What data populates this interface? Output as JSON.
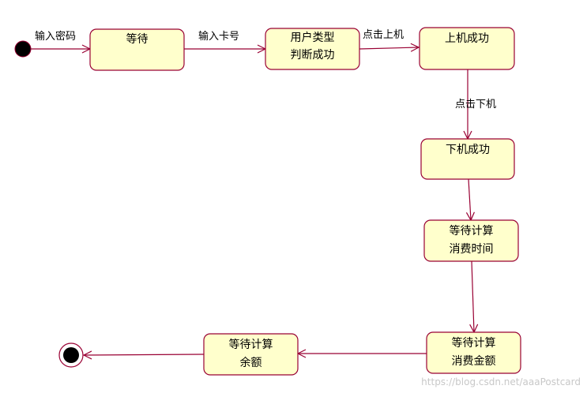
{
  "colors": {
    "state_fill": "#ffffcc",
    "state_stroke": "#990033",
    "edge": "#990033",
    "text": "#000000",
    "watermark": "#c8c8c8"
  },
  "states": [
    {
      "id": "waiting",
      "lines": [
        "等待"
      ]
    },
    {
      "id": "user-type-check",
      "lines": [
        "用户类型",
        "判断成功"
      ]
    },
    {
      "id": "login-success",
      "lines": [
        "上机成功"
      ]
    },
    {
      "id": "logout-success",
      "lines": [
        "下机成功"
      ]
    },
    {
      "id": "wait-calc-time",
      "lines": [
        "等待计算",
        "消费时间"
      ]
    },
    {
      "id": "wait-calc-amount",
      "lines": [
        "等待计算",
        "消费金额"
      ]
    },
    {
      "id": "wait-calc-balance",
      "lines": [
        "等待计算",
        "余额"
      ]
    }
  ],
  "transitions": [
    {
      "id": "enter-password",
      "label": "输入密码"
    },
    {
      "id": "enter-card-number",
      "label": "输入卡号"
    },
    {
      "id": "click-login",
      "label": "点击上机"
    },
    {
      "id": "click-logout",
      "label": "点击下机"
    }
  ],
  "watermark": "https://blog.csdn.net/aaaPostcard"
}
